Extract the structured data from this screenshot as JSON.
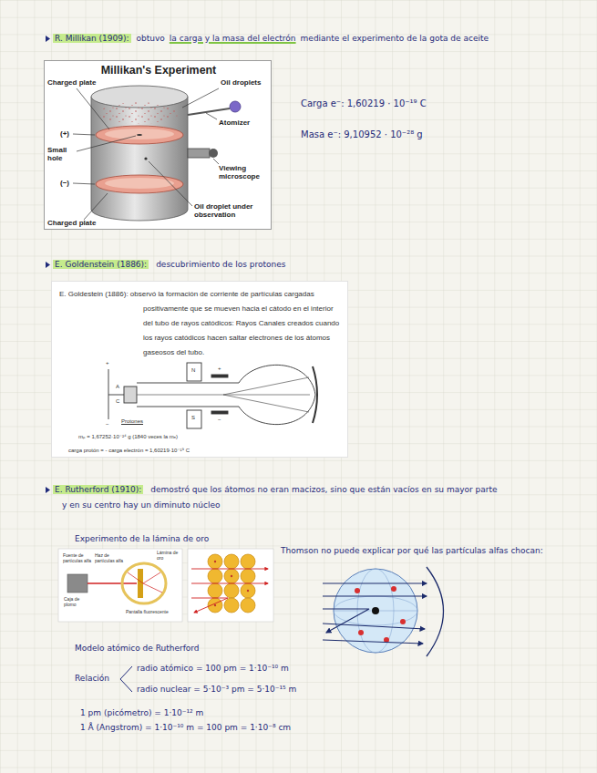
{
  "diagram": {
    "nodes": [
      {
        "text": [
          "Millikan's Experiment"
        ]
      },
      {
        "text": [
          "E. Goldestein (1886): observó la formación de corriente de partículas cargadas positivamente que se mueven hacia el cátodo en el interior del tubo de rayos catódicos: Rayos Canales creados cuando los rayos catódicos hacen saltar electrones de los átomos gaseosos del tubo.",
          "Protones",
          "mₚ = 1,67252·10⁻²⁴ g (1840 veces la mₑ)",
          "carga protón = - carga electrón = 1,60219·10⁻¹⁹ C"
        ]
      }
    ],
    "labels": [
      "R. Millikan (1909):",
      "obtuvo",
      "la carga y la masa del electrón",
      "mediante el experimento de la gota de aceite",
      "Charged plate",
      "Oil droplets",
      "Atomizer",
      "(+)",
      "Small hole",
      "Viewing microscope",
      "(−)",
      "Charged plate",
      "Oil droplet under observation",
      "Carga e⁻: 1,60219 · 10⁻¹⁹ C",
      "Masa e⁻: 9,10952 · 10⁻²⁸ g",
      "E. Goldenstein (1886):",
      "descubrimiento de los protones",
      "+",
      "N",
      "+",
      "A",
      "C",
      "−",
      "S",
      "−",
      "E. Rutherford (1910):",
      "demostró que los átomos no eran macizos, sino que están vacíos en su mayor parte",
      "y en su centro hay un diminuto núcleo",
      "Experimento de la lámina de oro",
      "Fuente de partículas alfa",
      "Haz de partículas alfa",
      "Lámina de oro",
      "Pantalla fluorescente",
      "Caja de plomo",
      "Thomson no puede explicar por qué las partículas alfas chocan:",
      "Modelo atómico de Rutherford",
      "Relación",
      "radio atómico = 100 pm = 1·10⁻¹⁰ m",
      "radio nuclear = 5·10⁻³ pm = 5·10⁻¹⁵ m",
      "1 pm (picómetro) = 1·10⁻¹² m",
      "1 Å (Angstrom) = 1·10⁻¹⁰ m = 100 pm = 1·10⁻⁸ cm"
    ]
  }
}
